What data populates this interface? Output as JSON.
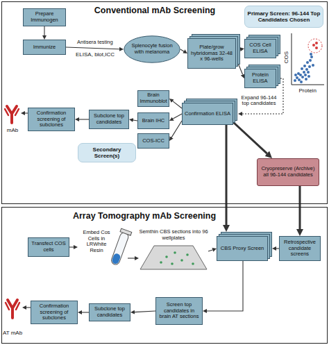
{
  "diagram": {
    "nodes": [
      {
        "text": [
          "Conventional mAb Screening"
        ]
      },
      {
        "text": [
          "Prepare Immunogen"
        ],
        "in": 0
      },
      {
        "text": [
          "Primary Screen: 96-144 Top Candidates Chosen"
        ],
        "in": 0
      },
      {
        "text": [
          "Immunize"
        ],
        "in": 0
      },
      {
        "text": [
          "Splenocyte fusion with melanoma"
        ],
        "in": 0
      },
      {
        "text": [
          "Plate/grow hybridomas 32-48 x 96-wells"
        ],
        "in": 0
      },
      {
        "text": [
          "COS Cell ELISA"
        ],
        "in": 0
      },
      {
        "text": [
          "Protein ELISA"
        ],
        "in": 0
      },
      {
        "text": [
          "Brain Immunoblot"
        ],
        "in": 0
      },
      {
        "text": [
          "Brain IHC"
        ],
        "in": 0
      },
      {
        "text": [
          "COS-ICC"
        ],
        "in": 0
      },
      {
        "text": [
          "Confirmation ELISA"
        ],
        "in": 0
      },
      {
        "text": [
          "Subclone top candidates"
        ],
        "in": 0
      },
      {
        "text": [
          "Confirmation screening of subclones"
        ],
        "in": 0
      },
      {
        "text": [
          "mAb"
        ],
        "in": 0
      },
      {
        "text": [
          "Secondary Screen(s)"
        ],
        "in": 0
      },
      {
        "text": [
          "Cryopreserve (Archive) all 96-144 candidates"
        ],
        "in": 0
      },
      {
        "text": [
          "Array Tomography mAb Screening"
        ]
      },
      {
        "text": [
          "Transfect COS cells"
        ],
        "in": 17
      },
      {
        "text": [
          "Embed Cos Cells in LRWhite Resin"
        ],
        "in": 17
      },
      {
        "text": [
          "Semthin CBS sections into 96 wellplates"
        ],
        "in": 17
      },
      {
        "text": [
          "CBS Proxy Screen"
        ],
        "in": 17
      },
      {
        "text": [
          "Retrospective candidate screens"
        ],
        "in": 17
      },
      {
        "text": [
          "Screen top candidates in brain AT sections"
        ],
        "in": 17
      },
      {
        "text": [
          "Subclone top candidates"
        ],
        "in": 17
      },
      {
        "text": [
          "Confirmation screening of subclones"
        ],
        "in": 17
      },
      {
        "text": [
          "AT mAb"
        ],
        "in": 17
      }
    ],
    "edges": [
      {
        "from": 1,
        "to": 3,
        "arrow": "to"
      },
      {
        "from": 3,
        "to": 4,
        "label": "Antisera testing",
        "arrow": "to"
      },
      {
        "from": 4,
        "to": 5,
        "arrow": "to"
      },
      {
        "from": 5,
        "to": 6,
        "arrow": "to"
      },
      {
        "from": 5,
        "to": 7,
        "arrow": "to"
      },
      {
        "from": 7,
        "to": 11,
        "label": "Expand 96-144 top candidates",
        "arrow": "to"
      },
      {
        "from": 11,
        "to": 8,
        "arrow": "to"
      },
      {
        "from": 11,
        "to": 9,
        "arrow": "to"
      },
      {
        "from": 11,
        "to": 10,
        "arrow": "to"
      },
      {
        "from": 9,
        "to": 12,
        "arrow": "to"
      },
      {
        "from": 12,
        "to": 13,
        "arrow": "to"
      },
      {
        "from": 13,
        "to": 14,
        "arrow": "to"
      },
      {
        "from": 11,
        "to": 16,
        "arrow": "to"
      },
      {
        "from": 11,
        "to": 21,
        "arrow": "to"
      },
      {
        "from": 18,
        "to": 19,
        "arrow": "to"
      },
      {
        "from": 19,
        "to": 20,
        "arrow": "to"
      },
      {
        "from": 20,
        "to": 21,
        "arrow": "to"
      },
      {
        "from": 16,
        "to": 22,
        "arrow": "to"
      },
      {
        "from": 22,
        "to": 21,
        "arrow": "to"
      },
      {
        "from": 21,
        "to": 23,
        "arrow": "to"
      },
      {
        "from": 23,
        "to": 24,
        "arrow": "to"
      },
      {
        "from": 24,
        "to": 25,
        "arrow": "to"
      },
      {
        "from": 25,
        "to": 26,
        "arrow": "to"
      }
    ],
    "labels": [
      "ELISA, blot,ICC",
      "COS",
      "Protein"
    ]
  }
}
